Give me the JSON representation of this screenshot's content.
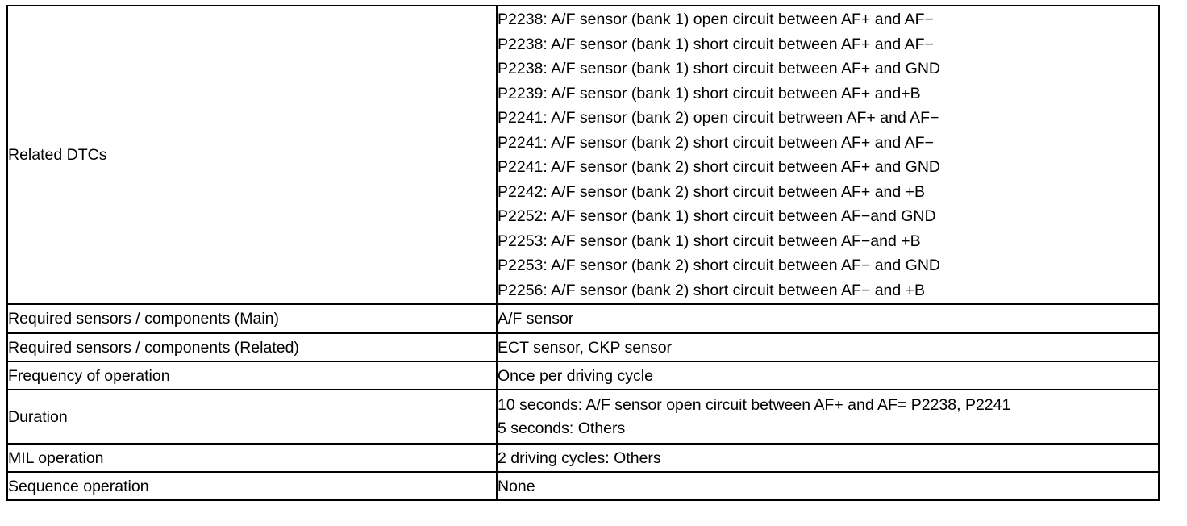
{
  "table": {
    "rows": [
      {
        "label": "Related DTCs",
        "type": "multiline",
        "lines": [
          "P2238: A/F sensor (bank 1) open circuit between AF+ and AF−",
          "P2238: A/F sensor (bank 1) short circuit between AF+ and AF−",
          "P2238: A/F sensor (bank 1) short circuit between AF+ and GND",
          "P2239: A/F sensor (bank 1) short circuit between AF+ and+B",
          "P2241: A/F sensor (bank 2) open circuit betrween AF+ and AF−",
          "P2241: A/F sensor (bank 2) short circuit between AF+ and AF−",
          "P2241: A/F sensor (bank 2) short circuit between AF+ and GND",
          "P2242: A/F sensor (bank 2) short circuit between AF+ and +B",
          "P2252: A/F sensor (bank 1) short circuit between AF−and GND",
          "P2253: A/F sensor (bank 1) short circuit between AF−and +B",
          "P2253: A/F sensor (bank 2) short circuit between AF− and GND",
          "P2256: A/F sensor (bank 2) short circuit between AF− and +B"
        ]
      },
      {
        "label": "Required sensors / components (Main)",
        "type": "single",
        "lines": [
          "A/F sensor"
        ]
      },
      {
        "label": "Required sensors / components (Related)",
        "type": "single",
        "lines": [
          "ECT sensor, CKP sensor"
        ]
      },
      {
        "label": "Frequency of operation",
        "type": "single",
        "lines": [
          "Once per driving cycle"
        ]
      },
      {
        "label": "Duration",
        "type": "duration",
        "lines": [
          "10 seconds: A/F sensor open circuit between AF+ and AF= P2238, P2241",
          "5 seconds: Others"
        ]
      },
      {
        "label": "MIL operation",
        "type": "single",
        "lines": [
          "2 driving cycles: Others"
        ]
      },
      {
        "label": "Sequence operation",
        "type": "single",
        "lines": [
          "None"
        ]
      }
    ]
  },
  "colors": {
    "border": "#000000",
    "text": "#000000",
    "background": "#ffffff"
  }
}
